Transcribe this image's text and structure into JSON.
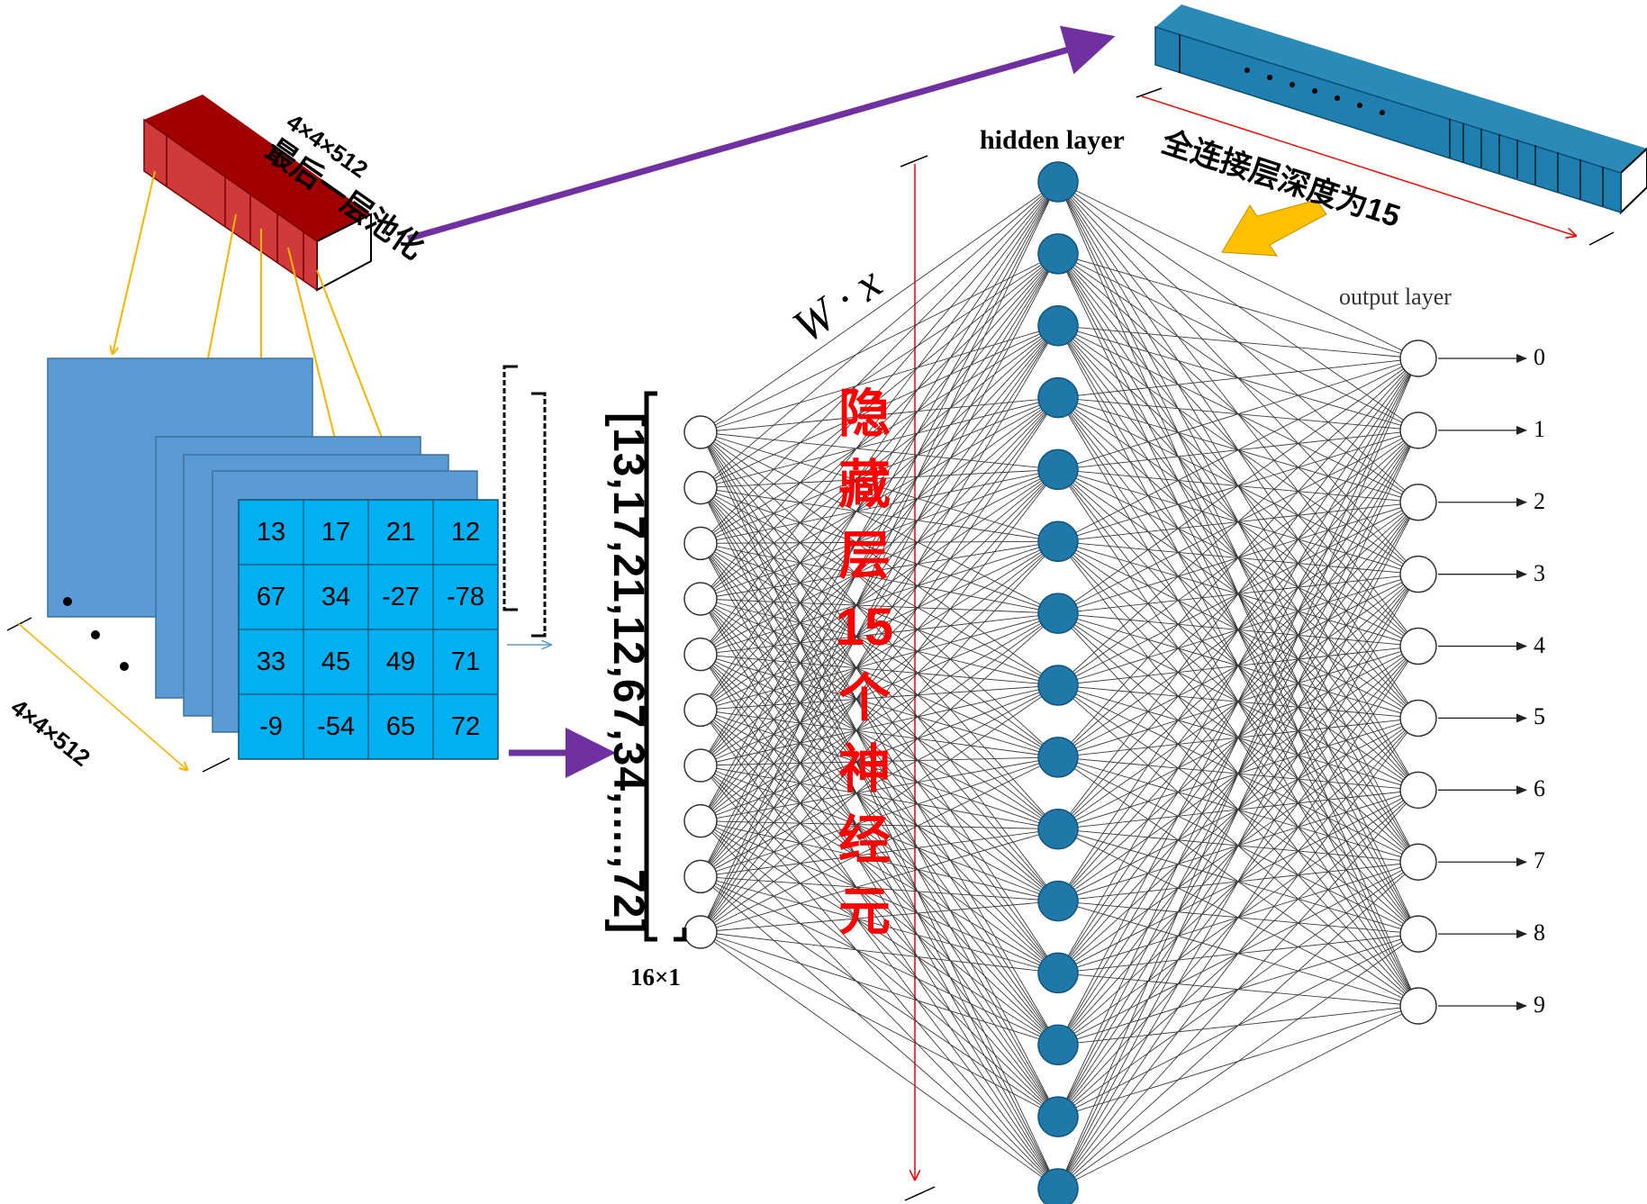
{
  "pooling": {
    "title": "最后一层池化",
    "dims": "4×4×512"
  },
  "feature_maps": {
    "dims": "4×4×512",
    "matrix": [
      [
        "13",
        "17",
        "21",
        "12"
      ],
      [
        "67",
        "34",
        "-27",
        "-78"
      ],
      [
        "33",
        "45",
        "49",
        "71"
      ],
      [
        "-9",
        "-54",
        "65",
        "72"
      ]
    ]
  },
  "input_vector": {
    "text": "[13,17,21,12,67,34,....,72]",
    "dims": "16×1"
  },
  "network": {
    "formula": "W · x",
    "hidden_title": "hidden layer",
    "hidden_note": "隐藏层15个神经元",
    "output_title": "output layer",
    "input_count": 10,
    "hidden_count": 15,
    "outputs": [
      "0",
      "1",
      "2",
      "3",
      "4",
      "5",
      "6",
      "7",
      "8",
      "9"
    ]
  },
  "fc_label": "全连接层深度为15",
  "colors": {
    "pool_red": "#c00000",
    "fc_blue": "#1f7fb0",
    "map_blue": "#5b9bd5",
    "matrix_cyan": "#00b0f0",
    "hidden_node": "#1f78a8",
    "purple_arrow": "#7030a0",
    "yellow_arrow": "#ffc000",
    "red_text": "#ff0000"
  }
}
